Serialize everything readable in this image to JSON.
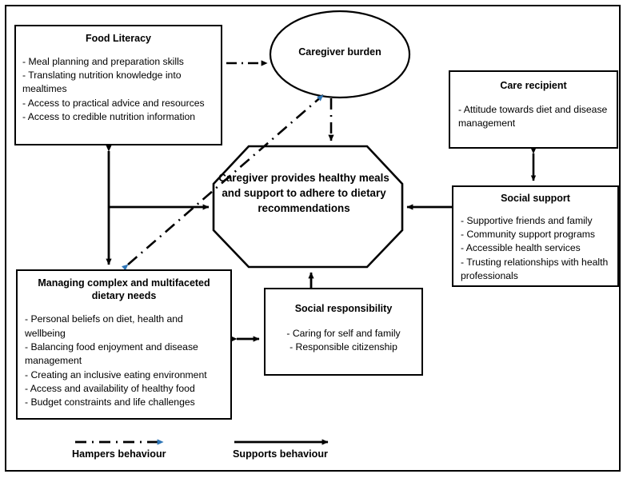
{
  "diagram": {
    "title": "Caregiver dietary support conceptual model",
    "nodes": {
      "food_literacy": {
        "title": "Food Literacy",
        "items": [
          "- Meal planning and preparation skills",
          "- Translating nutrition knowledge into mealtimes",
          "- Access to practical advice and resources",
          "- Access to credible nutrition information"
        ]
      },
      "caregiver_burden": {
        "title": "Caregiver burden"
      },
      "care_recipient": {
        "title": "Care recipient",
        "items": [
          "- Attitude towards diet and disease management"
        ]
      },
      "social_support": {
        "title": "Social support",
        "items": [
          "- Supportive friends and family",
          "- Community support programs",
          "- Accessible health services",
          "- Trusting relationships with health professionals"
        ]
      },
      "central_outcome": {
        "title": "Caregiver provides healthy meals and support to adhere to dietary recommendations"
      },
      "dietary_needs": {
        "title": "Managing complex and multifaceted dietary needs",
        "items": [
          "- Personal beliefs on diet, health and wellbeing",
          "- Balancing food enjoyment and disease management",
          "- Creating an inclusive eating environment",
          "- Access and availability of healthy food",
          "- Budget constraints and life challenges"
        ]
      },
      "social_responsibility": {
        "title": "Social responsibility",
        "items": [
          "- Caring for self and family",
          "- Responsible citizenship"
        ]
      }
    },
    "legend": {
      "hampers": "Hampers behaviour",
      "supports": "Supports behaviour"
    },
    "colors": {
      "line": "#000000",
      "hamper_arrowhead": "#2E75B6",
      "background": "#ffffff"
    }
  }
}
